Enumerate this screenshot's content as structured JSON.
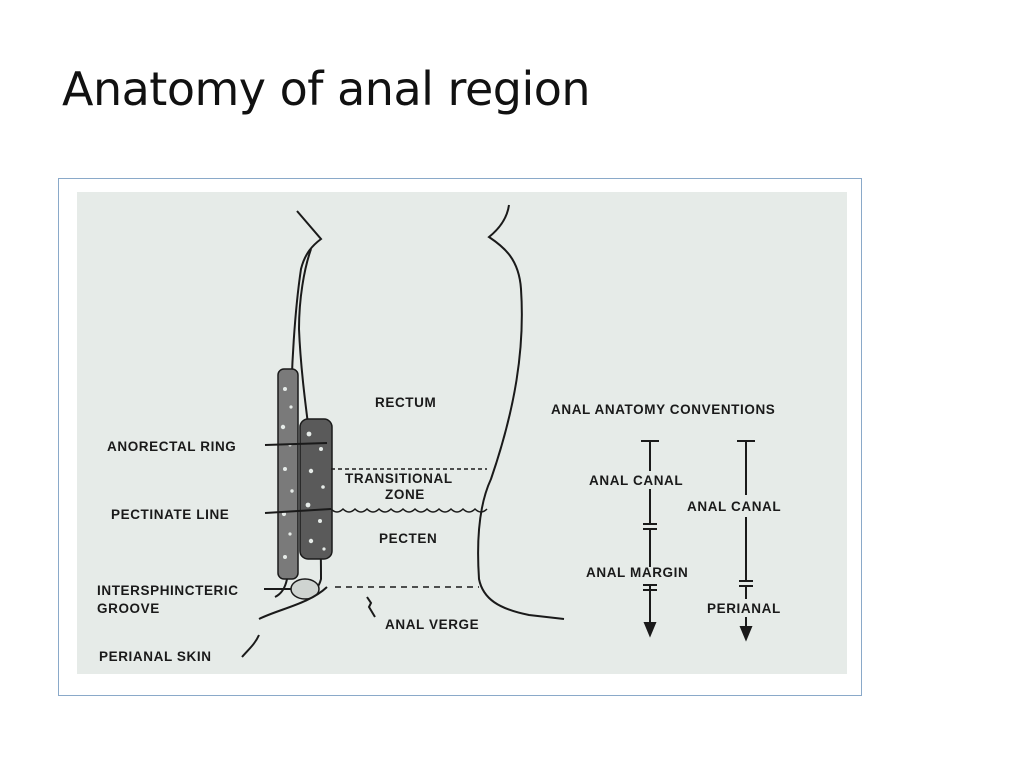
{
  "slide": {
    "title": "Anatomy of anal region"
  },
  "diagram": {
    "labels": {
      "rectum": "RECTUM",
      "transitional_zone_1": "TRANSITIONAL",
      "transitional_zone_2": "ZONE",
      "pecten": "PECTEN",
      "anal_verge": "ANAL VERGE",
      "anorectal_ring": "ANORECTAL RING",
      "pectinate_line": "PECTINATE LINE",
      "intersphincteric_1": "INTERSPHINCTERIC",
      "intersphincteric_2": "GROOVE",
      "perianal_skin": "PERIANAL SKIN"
    },
    "conventions": {
      "heading": "ANAL ANATOMY CONVENTIONS",
      "left_column": {
        "upper": "ANAL CANAL",
        "lower": "ANAL MARGIN"
      },
      "right_column": {
        "upper": "ANAL CANAL",
        "lower": "PERIANAL"
      }
    }
  },
  "colors": {
    "panel_background": "#e6ebe8",
    "frame_border": "#8aa9c9",
    "ink": "#1a1a1a"
  }
}
